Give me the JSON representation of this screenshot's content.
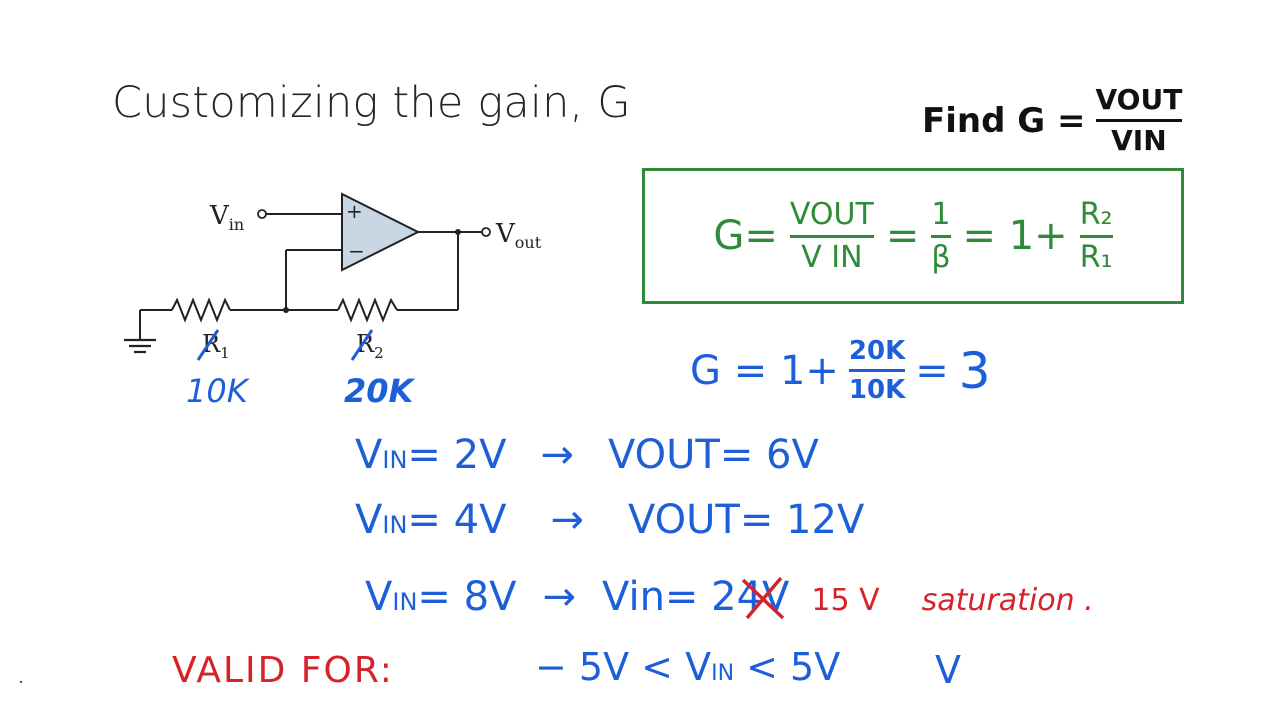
{
  "slide": {
    "title": "Customizing the gain, G"
  },
  "find": {
    "prefix": "Find  G =",
    "numerator": "VOUT",
    "denominator": "VIN"
  },
  "circuit": {
    "vin_label": "V",
    "vin_sub": "in",
    "vout_label": "V",
    "vout_sub": "out",
    "plus": "+",
    "minus": "−",
    "r1_label": "R",
    "r1_sub": "1",
    "r2_label": "R",
    "r2_sub": "2",
    "r1_value": "10K",
    "r2_value": "20K"
  },
  "gain_formula": {
    "lhs": "G=",
    "frac1_num": "VOUT",
    "frac1_den": "V IN",
    "eq1": "=",
    "frac2_num": "1",
    "frac2_den": "β",
    "eq2": "= 1+",
    "frac3_num": "R₂",
    "frac3_den": "R₁"
  },
  "gain_calc": {
    "lhs": "G = 1+",
    "num": "20K",
    "den": "10K",
    "eq": "=",
    "result": "3"
  },
  "examples": [
    {
      "vin_label": "V",
      "vin_sub": "IN",
      "vin_value": "= 2V",
      "arrow": "→",
      "out_label": "VOUT",
      "out_value": "= 6V"
    },
    {
      "vin_label": "V",
      "vin_sub": "IN",
      "vin_value": "= 4V",
      "arrow": "→",
      "out_label": "VOUT",
      "out_value": "= 12V"
    },
    {
      "vin_label": "V",
      "vin_sub": "IN",
      "vin_value": "= 8V",
      "arrow": "→",
      "out_label": "Vin",
      "out_value": "= 24V",
      "correction": "15 V",
      "note": "saturation ."
    }
  ],
  "valid": {
    "label": "VALID FOR:",
    "range_prefix": "− 5V < V",
    "range_sub": "IN",
    "range_suffix": " < 5V",
    "trailing": "V"
  },
  "colors": {
    "black_ink": "#111111",
    "blue_ink": "#1d5fd8",
    "red_ink": "#d6232a",
    "green_ink": "#2f8a3a"
  }
}
